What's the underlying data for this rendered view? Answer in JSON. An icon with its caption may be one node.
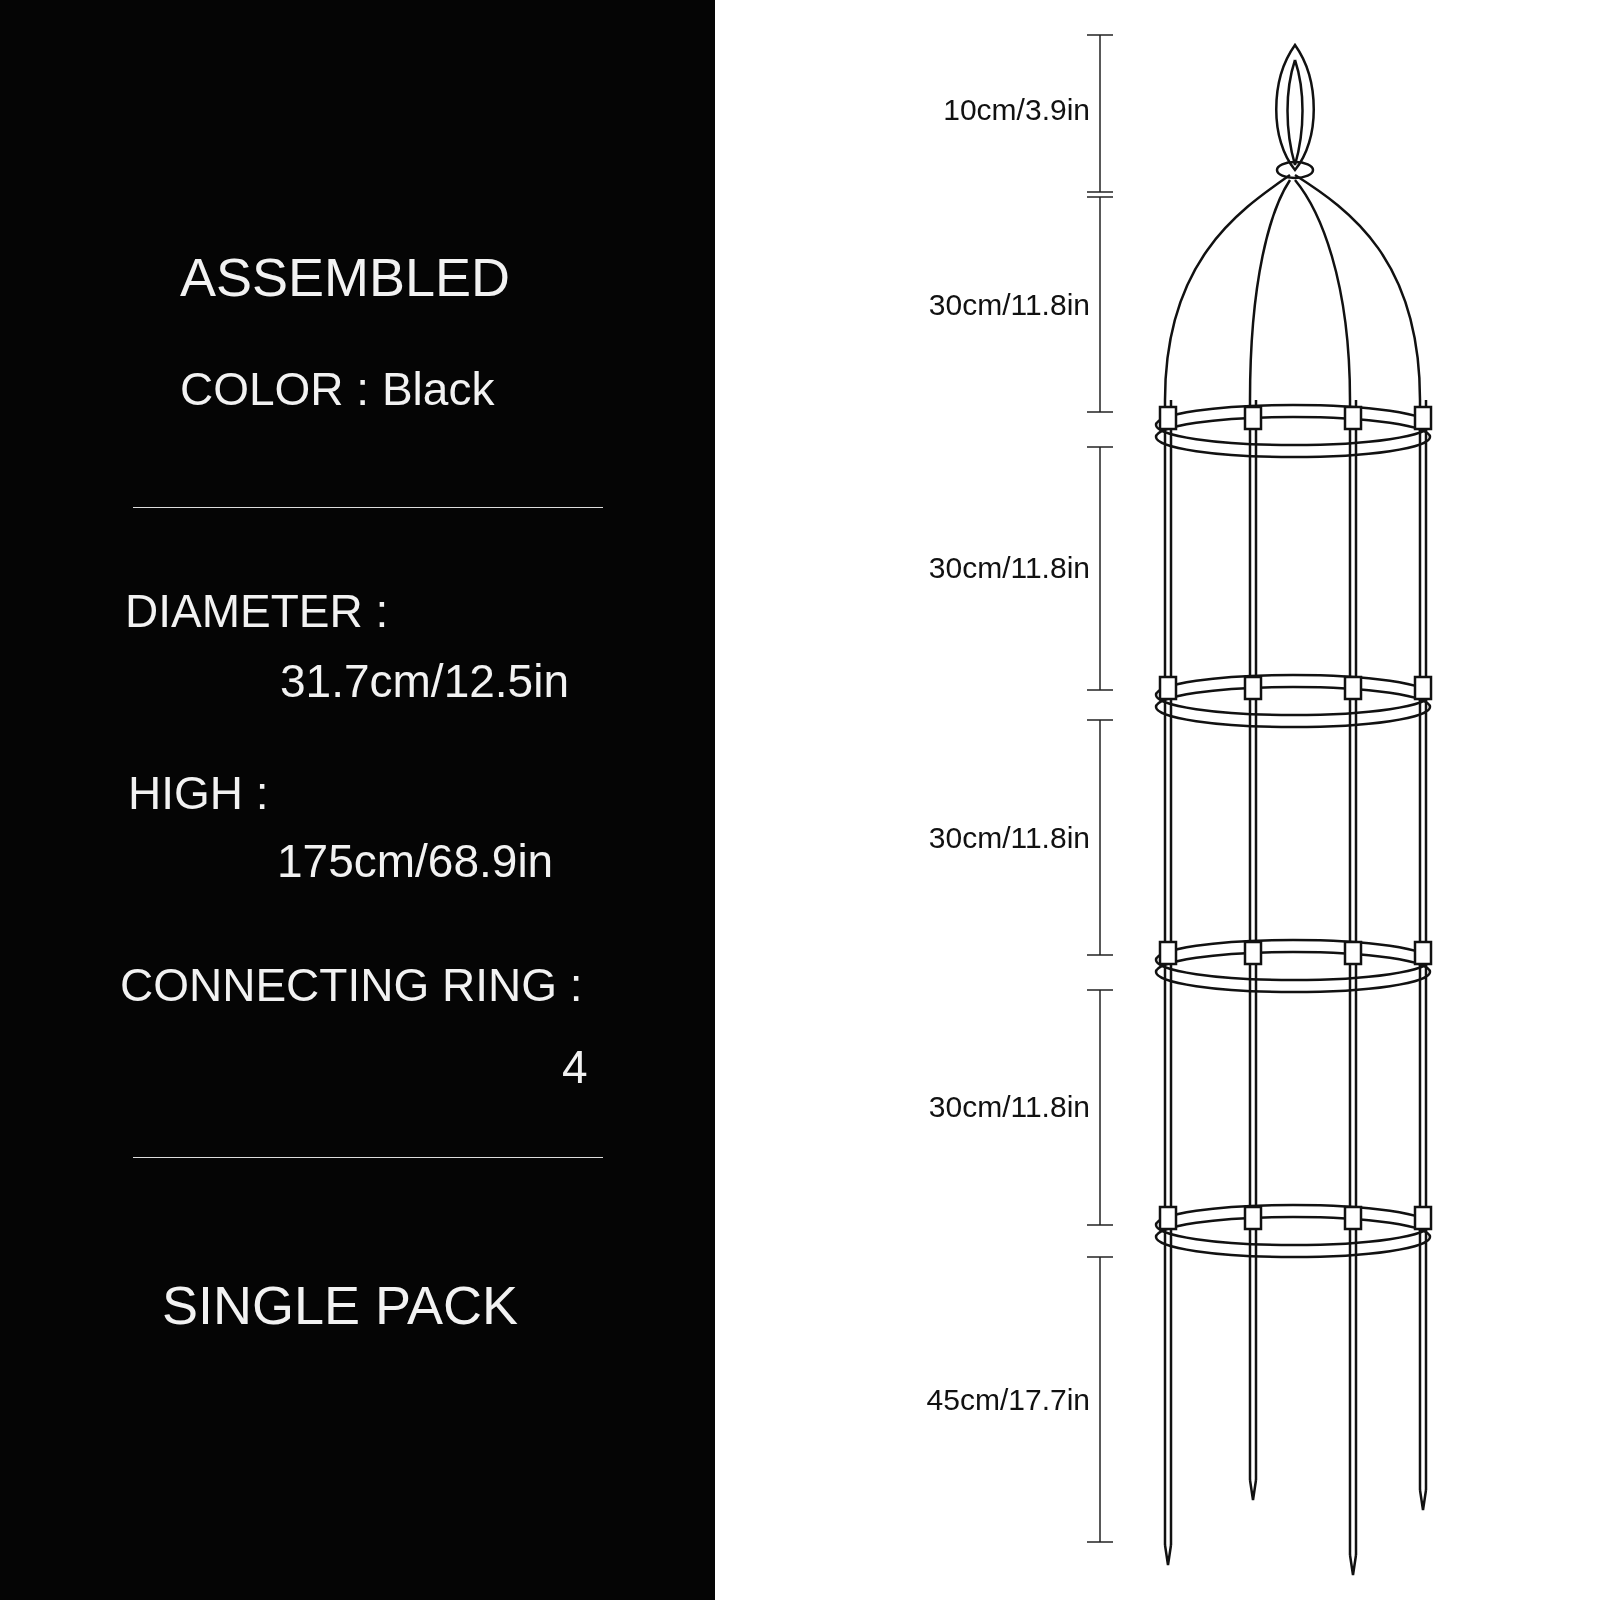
{
  "diagram": {
    "labels": [
      "ASSEMBLED",
      "COLOR : Black",
      "DIAMETER :",
      "31.7cm/12.5in",
      "HIGH :",
      "175cm/68.9in",
      "CONNECTING RING :",
      "4",
      "SINGLE PACK",
      "10cm/3.9in",
      "30cm/11.8in",
      "30cm/11.8in",
      "30cm/11.8in",
      "30cm/11.8in",
      "45cm/17.7in"
    ]
  }
}
